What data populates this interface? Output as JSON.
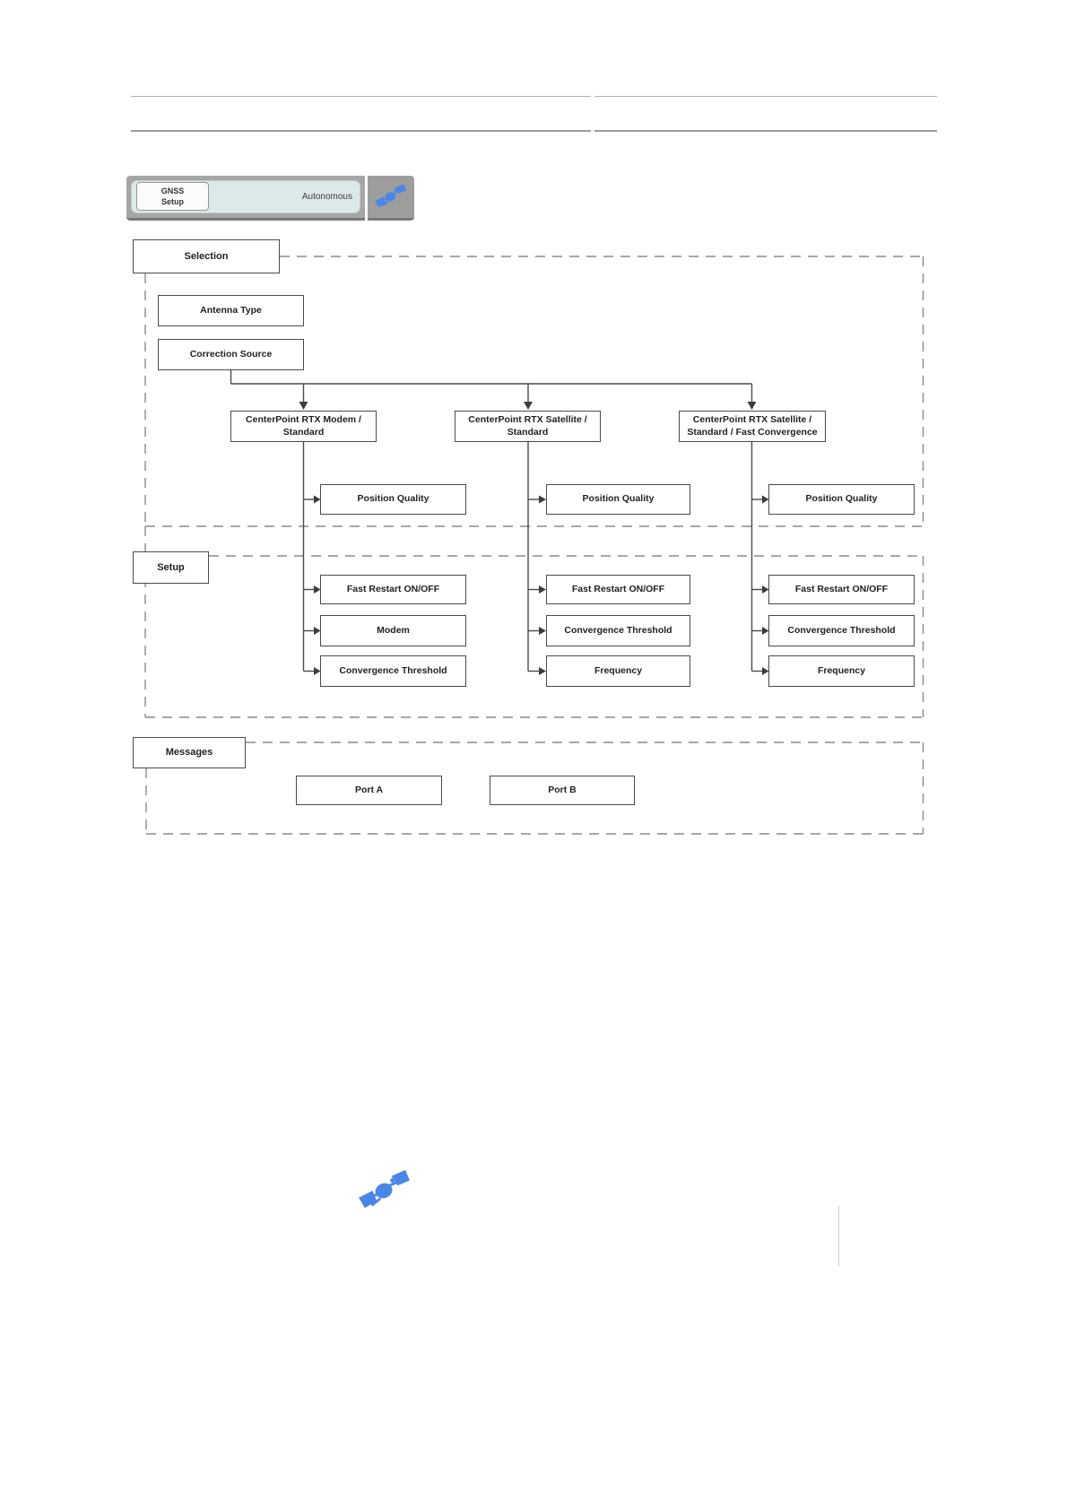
{
  "widget": {
    "button_line1": "GNSS",
    "button_line2": "Setup",
    "status": "Autonomous",
    "satellite_icon": "satellite-icon"
  },
  "colors": {
    "satellite_blue": "#4a86e8",
    "box_border": "#4a4a4a",
    "dash_gray": "#8a8a8a"
  },
  "diagram": {
    "sections": {
      "selection": "Selection",
      "setup": "Setup",
      "messages": "Messages"
    },
    "selection_children": {
      "antenna_type": "Antenna Type",
      "correction_source": "Correction Source"
    },
    "branches": [
      {
        "line1": "CenterPoint RTX Modem /",
        "line2": "Standard",
        "position_quality": "Position Quality",
        "setup_items": [
          "Fast Restart ON/OFF",
          "Modem",
          "Convergence Threshold"
        ]
      },
      {
        "line1": "CenterPoint RTX Satellite /",
        "line2": "Standard",
        "position_quality": "Position Quality",
        "setup_items": [
          "Fast Restart ON/OFF",
          "Convergence Threshold",
          "Frequency"
        ]
      },
      {
        "line1": "CenterPoint RTX Satellite /",
        "line2": "Standard / Fast Convergence",
        "position_quality": "Position Quality",
        "setup_items": [
          "Fast Restart ON/OFF",
          "Convergence Threshold",
          "Frequency"
        ]
      }
    ],
    "messages_children": {
      "port_a": "Port A",
      "port_b": "Port B"
    }
  }
}
